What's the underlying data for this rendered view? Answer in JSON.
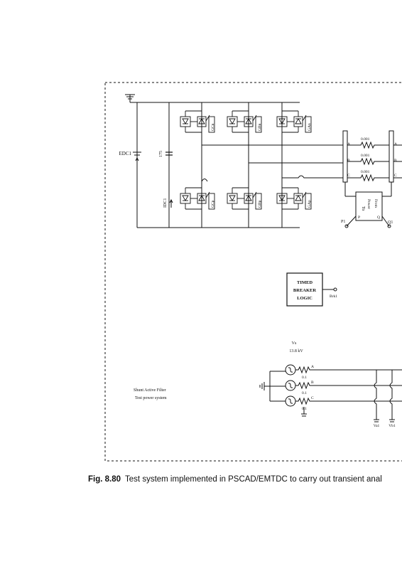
{
  "figure": {
    "label": "Fig. 8.80",
    "caption_text": "Test system implemented in PSCAD/EMTDC to carry out transient anal"
  },
  "circuit": {
    "dc_source_label": "EDC1",
    "capacitor_value": "175",
    "dc_current_label": "IDC1",
    "gate_upper": [
      "GCn",
      "GBn",
      "GAn"
    ],
    "gate_lower": [
      "GCp",
      "GBp",
      "GAp"
    ],
    "line_resistances": [
      "0.001",
      "0.001",
      "0.001"
    ],
    "phase_labels": [
      "A",
      "B",
      "C"
    ],
    "power_meter": {
      "to": "To",
      "power": "Power",
      "from": "From",
      "p": "P",
      "q": "Q"
    },
    "power_outputs": [
      "P1",
      "Q1"
    ],
    "breaker_logic": [
      "TIMED",
      "BREAKER",
      "LOGIC"
    ],
    "breaker_output": "Brk1",
    "source_label": "Vs",
    "source_voltage": "13.8 kV",
    "source_resistances": [
      "0.1",
      "0.1",
      "0.1"
    ],
    "voltage_meters": [
      "Va1",
      "Vb1"
    ],
    "system_description": [
      "Shunt Active Filter",
      "Test power system"
    ]
  }
}
